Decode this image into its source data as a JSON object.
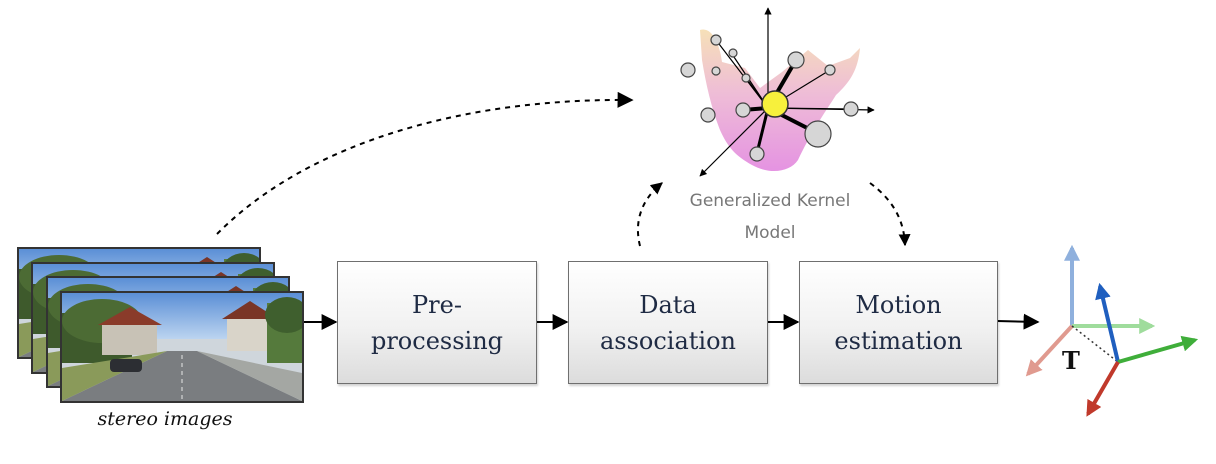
{
  "pipeline": {
    "stage1": {
      "line1": "Pre-",
      "line2": "processing"
    },
    "stage2": {
      "line1": "Data",
      "line2": "association"
    },
    "stage3": {
      "line1": "Motion",
      "line2": "estimation"
    }
  },
  "kernel_model": {
    "line1": "Generalized Kernel",
    "line2": "Model"
  },
  "input_caption": "stereo images",
  "output_label": "T",
  "colors": {
    "box_text": "#1f2b44",
    "kernel_surface": "#e07adf",
    "kernel_center_node": "#f7f03c",
    "axis_blue": "#1f5fbf",
    "axis_green": "#3fae3a",
    "axis_red": "#c0392b"
  }
}
